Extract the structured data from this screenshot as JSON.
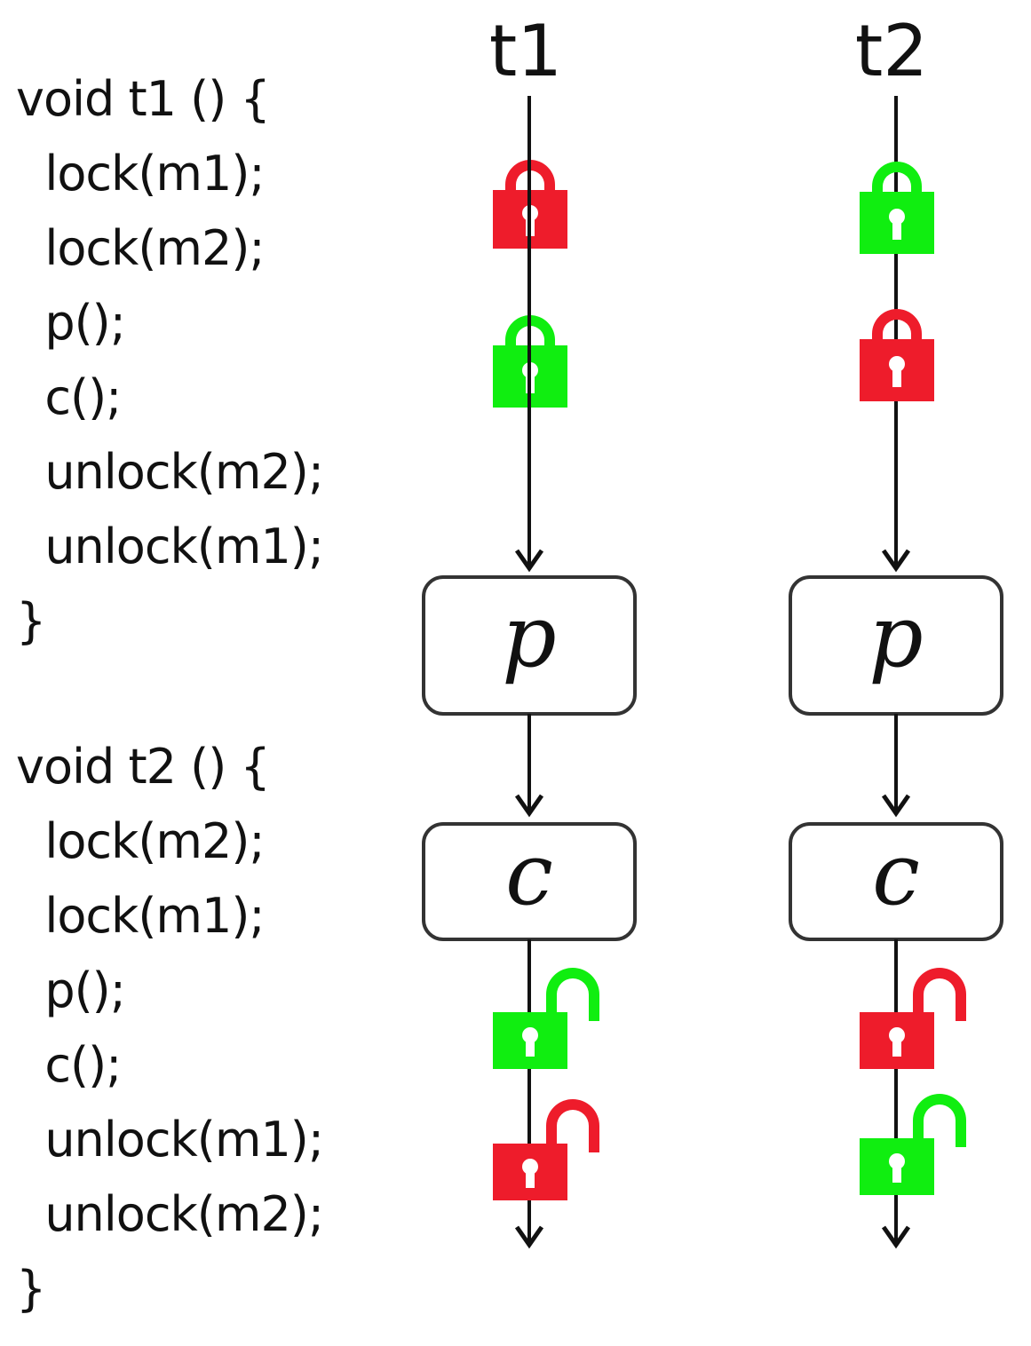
{
  "code": {
    "t1": [
      "void t1 () {",
      "  lock(m1);",
      "  lock(m2);",
      "  p();",
      "  c();",
      "  unlock(m2);",
      "  unlock(m1);",
      "}"
    ],
    "t2": [
      "void t2 () {",
      "  lock(m2);",
      "  lock(m1);",
      "  p();",
      "  c();",
      "  unlock(m1);",
      "  unlock(m2);",
      "}"
    ]
  },
  "threads": [
    {
      "title": "t1",
      "boxes": [
        "p",
        "c"
      ],
      "locks": [
        {
          "state": "locked",
          "color": "red"
        },
        {
          "state": "locked",
          "color": "green"
        },
        {
          "state": "unlocked",
          "color": "green"
        },
        {
          "state": "unlocked",
          "color": "red"
        }
      ]
    },
    {
      "title": "t2",
      "boxes": [
        "p",
        "c"
      ],
      "locks": [
        {
          "state": "locked",
          "color": "green"
        },
        {
          "state": "locked",
          "color": "red"
        },
        {
          "state": "unlocked",
          "color": "red"
        },
        {
          "state": "unlocked",
          "color": "green"
        }
      ]
    }
  ],
  "colors": {
    "red": "#ee1c2b",
    "green": "#10ee10",
    "line": "#111111"
  }
}
